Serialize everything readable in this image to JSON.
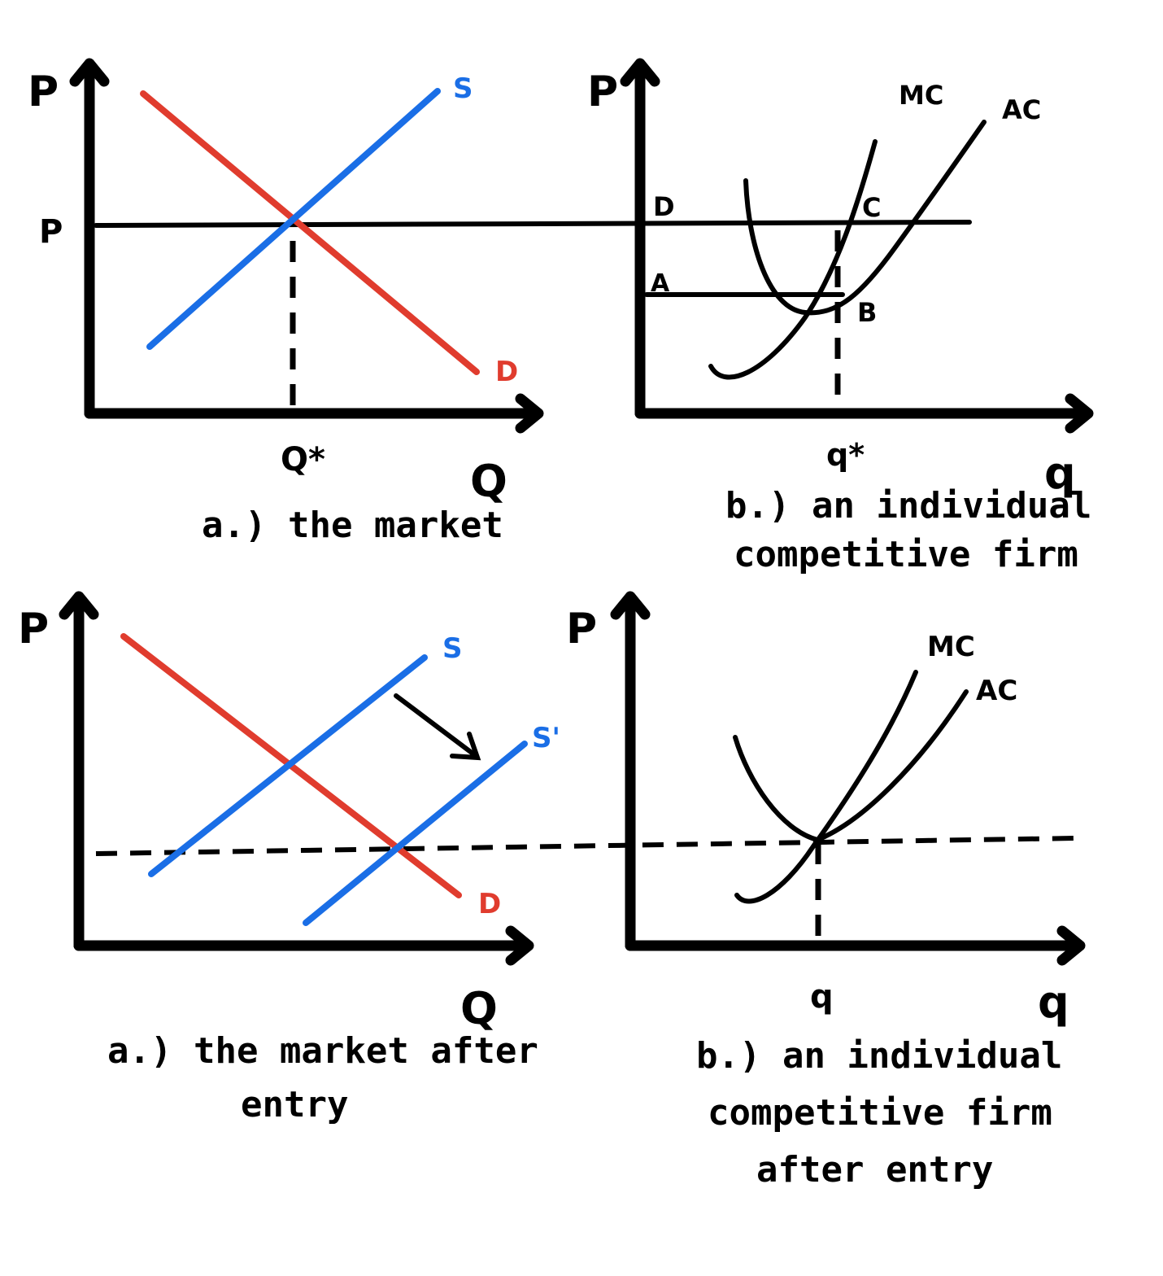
{
  "colors": {
    "supply": "#1a6ee6",
    "demand": "#e03c2e",
    "ink": "#000000"
  },
  "panels": {
    "market": {
      "y_axis": "P",
      "x_axis": "Q",
      "price_label": "P",
      "quantity_label": "Q*",
      "supply_label": "S",
      "demand_label": "D",
      "caption": "a.) the market"
    },
    "firm": {
      "y_axis": "P",
      "x_axis": "q",
      "quantity_label": "q*",
      "mc_label": "MC",
      "ac_label": "AC",
      "point_a": "A",
      "point_b": "B",
      "point_c": "C",
      "point_d": "D",
      "caption_line1": "b.) an individual",
      "caption_line2": "competitive firm"
    },
    "market_after": {
      "y_axis": "P",
      "x_axis": "Q",
      "supply_label": "S",
      "supply_shift_label": "S'",
      "demand_label": "D",
      "caption_line1": "a.) the market after",
      "caption_line2": "entry"
    },
    "firm_after": {
      "y_axis": "P",
      "x_axis": "q",
      "quantity_label": "q",
      "mc_label": "MC",
      "ac_label": "AC",
      "caption_line1": "b.) an individual",
      "caption_line2": "competitive firm",
      "caption_line3": "after entry"
    }
  }
}
